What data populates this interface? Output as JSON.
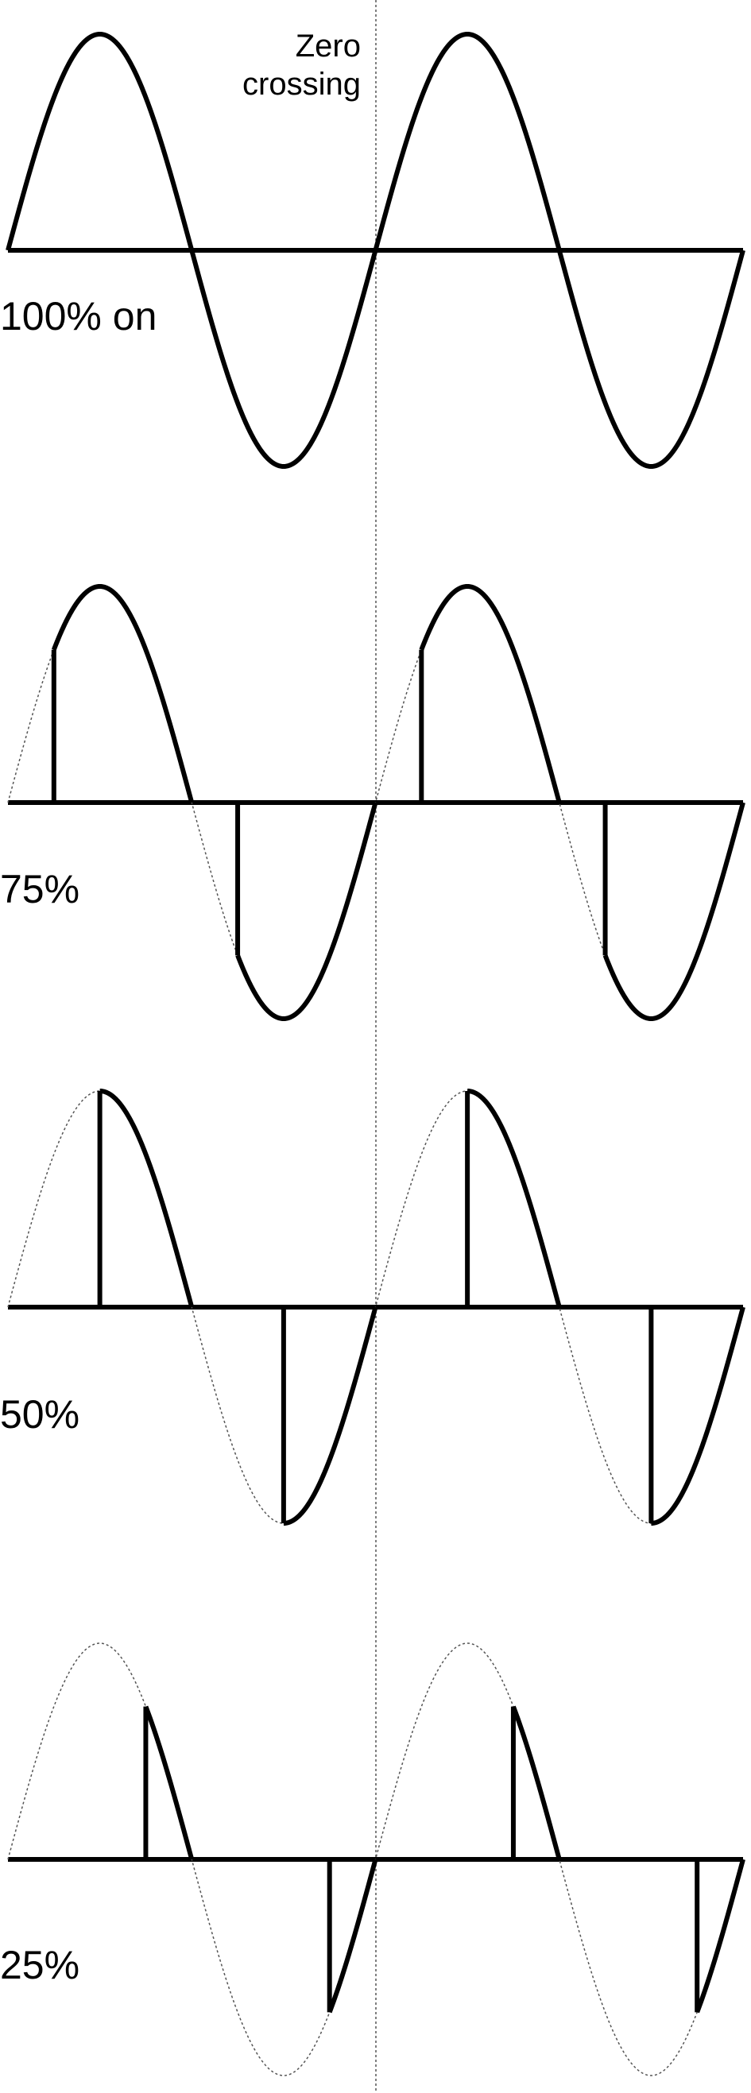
{
  "zero_crossing_label": [
    "Zero",
    "crossing"
  ],
  "cycles_shown": 2,
  "colors": {
    "trace": "#000000",
    "guide": "#555555",
    "background": "#ffffff"
  },
  "panels": [
    {
      "label": "100% on",
      "conduction_start_deg": 0
    },
    {
      "label": "75%",
      "conduction_start_deg": 45
    },
    {
      "label": "50%",
      "conduction_start_deg": 90
    },
    {
      "label": "25%",
      "conduction_start_deg": 135
    }
  ]
}
